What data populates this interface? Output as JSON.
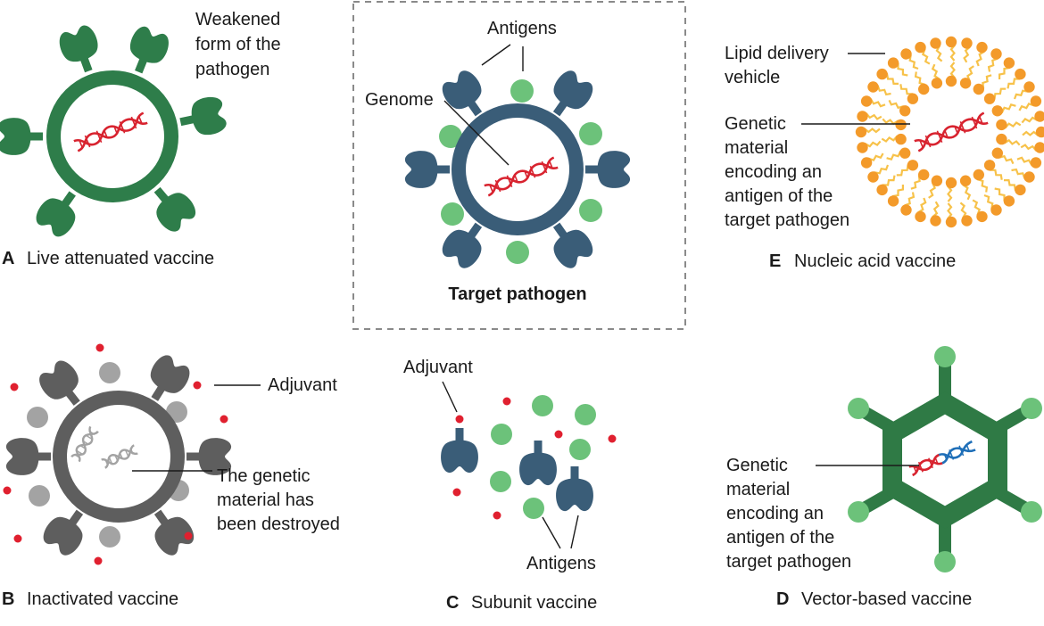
{
  "colors": {
    "live_green": "#2e7d4a",
    "target_blue": "#3a5d78",
    "antigen_green": "#6cc27a",
    "inactive_gray": "#5e5e5e",
    "inactive_light": "#a3a3a3",
    "dna_red": "#d8232f",
    "dna_blue": "#1f6fb8",
    "adjuvant_red": "#e0202f",
    "lipid_orange": "#f39a2a",
    "lipid_yellow": "#f7c24a",
    "vector_green": "#2f7a45",
    "dashed_border": "#8a8a8a"
  },
  "panel_a": {
    "letter": "A",
    "caption": "Live attenuated vaccine",
    "label_lines": [
      "Weakened",
      "form of the",
      "pathogen"
    ]
  },
  "target": {
    "caption": "Target pathogen",
    "antigens_label": "Antigens",
    "genome_label": "Genome"
  },
  "panel_e": {
    "letter": "E",
    "caption": "Nucleic acid vaccine",
    "lipid_lines": [
      "Lipid delivery",
      "vehicle"
    ],
    "genetic_lines": [
      "Genetic",
      "material",
      "encoding an",
      "antigen of the",
      "target pathogen"
    ]
  },
  "panel_b": {
    "letter": "B",
    "caption": "Inactivated vaccine",
    "adjuvant_label": "Adjuvant",
    "destroyed_lines": [
      "The genetic",
      "material has",
      "been destroyed"
    ]
  },
  "panel_c": {
    "letter": "C",
    "caption": "Subunit vaccine",
    "adjuvant_label": "Adjuvant",
    "antigens_label": "Antigens"
  },
  "panel_d": {
    "letter": "D",
    "caption": "Vector-based vaccine",
    "genetic_lines": [
      "Genetic",
      "material",
      "encoding an",
      "antigen of the",
      "target pathogen"
    ]
  }
}
